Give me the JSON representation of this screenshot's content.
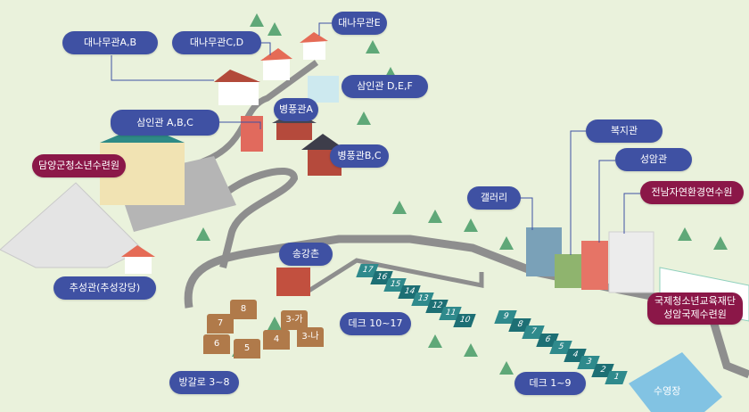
{
  "labels": {
    "bamboo_ab": "대나무관A,B",
    "bamboo_cd": "대나무관C,D",
    "bamboo_e": "대나무관E",
    "samin_def": "삼인관 D,E,F",
    "byeongpung_a": "병풍관A",
    "samin_abc": "삼인관 A,B,C",
    "byeongpung_bc": "병풍관B,C",
    "damyang_center": "담양군청소년수련원",
    "chuseong": "추성관(추성강당)",
    "songgang": "송강촌",
    "deck_10_17": "데크 10~17",
    "bungalow": "방갈로 3~8",
    "deck_1_9": "데크 1~9",
    "pool": "수영장",
    "gallery": "갤러리",
    "welfare": "복지관",
    "seongam": "성암관",
    "jeonnam_center": "전남자연환경연수원",
    "intl_line1": "국제청소년교육재단",
    "intl_line2": "성암국제수련원"
  },
  "tents_upper": [
    "17",
    "16",
    "15",
    "14",
    "13",
    "12",
    "11",
    "10"
  ],
  "tents_lower": [
    "9",
    "8",
    "7",
    "6",
    "5",
    "4",
    "3",
    "2",
    "1"
  ],
  "bungalows": [
    "8",
    "7",
    "3-가",
    "6",
    "5",
    "4",
    "3-나"
  ],
  "colors": {
    "label": "#3f51a3",
    "label_highlight": "#8b1748",
    "road": "#8e8e8e",
    "background": "#eaf2dc"
  }
}
